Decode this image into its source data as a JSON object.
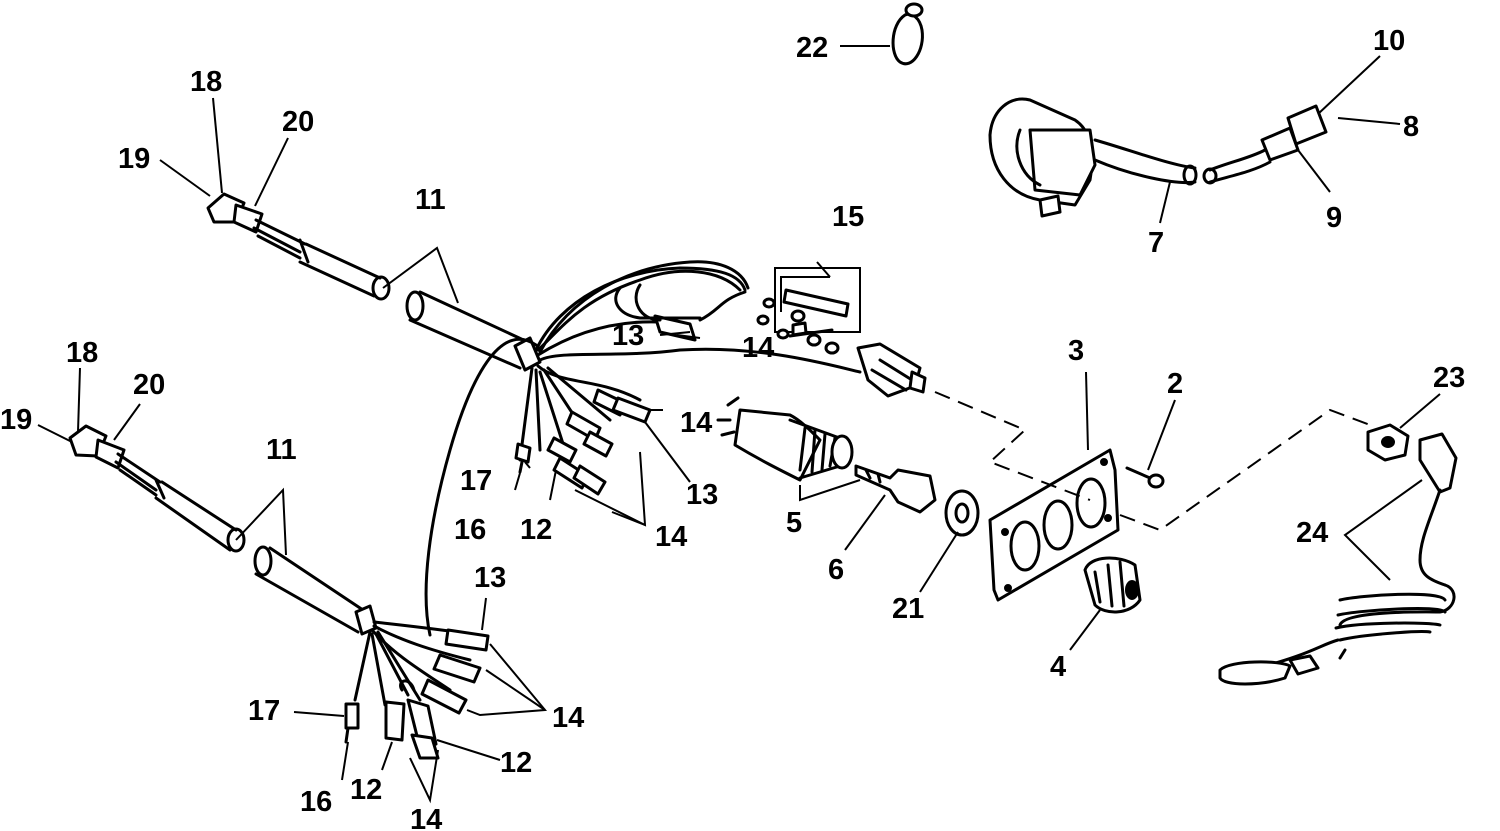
{
  "callouts": {
    "c2": "2",
    "c3": "3",
    "c4": "4",
    "c5": "5",
    "c6": "6",
    "c7": "7",
    "c8": "8",
    "c9": "9",
    "c10": "10",
    "c11_top": "11",
    "c11_bottom": "11",
    "c12_upper": "12",
    "c12_lower_left": "12",
    "c12_lower_right": "12",
    "c13_upper_left": "13",
    "c13_upper_right": "13",
    "c13_lower": "13",
    "c14_upper_top": "14",
    "c14_upper_mid": "14",
    "c14_upper_low": "14",
    "c14_lower_right": "14",
    "c14_lower_bottom": "14",
    "c15": "15",
    "c16_upper": "16",
    "c16_lower": "16",
    "c17_upper": "17",
    "c17_lower": "17",
    "c18_upper": "18",
    "c18_lower": "18",
    "c19_upper": "19",
    "c19_lower": "19",
    "c20_upper": "20",
    "c20_lower": "20",
    "c21": "21",
    "c22": "22",
    "c23": "23",
    "c24": "24"
  }
}
